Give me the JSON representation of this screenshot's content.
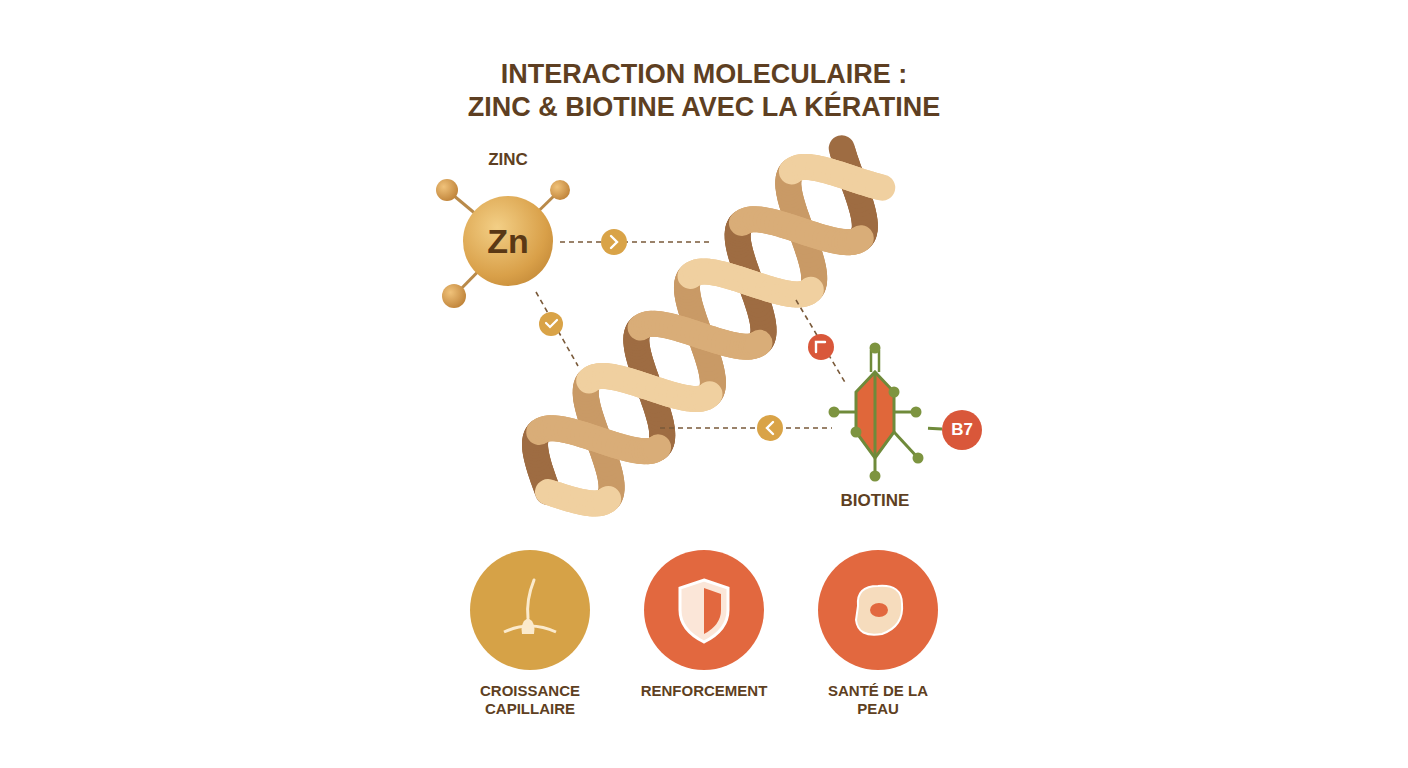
{
  "diagram": {
    "title": "INTERACTION MOLECULAIRE : ZINC & BIOTINE AVEC LA KÉRATINE",
    "nodes": [
      {
        "text": [
          "ZINC",
          "Zn"
        ]
      },
      {
        "text": [
          "BIOTINE"
        ]
      },
      {
        "text": [
          "B7"
        ]
      },
      {
        "text": [
          "CROISSANCE CAPILLAIRE"
        ]
      },
      {
        "text": [
          "RENFORCEMENT"
        ]
      },
      {
        "text": [
          "SANTÉ DE LA PEAU"
        ]
      }
    ],
    "edges": [
      {
        "from": 1,
        "to": 2,
        "arrow": "none"
      }
    ]
  }
}
